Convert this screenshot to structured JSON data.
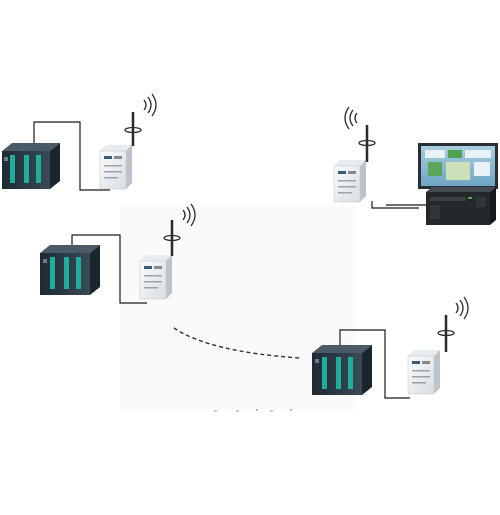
{
  "diagram": {
    "plc_units": [
      {
        "id": "plc-1"
      },
      {
        "id": "plc-2"
      },
      {
        "id": "plc-3"
      }
    ],
    "radio_modules": [
      {
        "id": "radio-1"
      },
      {
        "id": "radio-2"
      },
      {
        "id": "radio-3"
      },
      {
        "id": "radio-4"
      }
    ],
    "host_station": {
      "id": "industrial-pc-with-monitor"
    },
    "icons": {
      "plc": "plc-controller-icon",
      "radio": "wireless-radio-module-icon",
      "antenna": "antenna-icon",
      "signal": "wifi-signal-icon",
      "monitor": "monitor-icon",
      "server": "rack-server-icon"
    },
    "colors": {
      "plc_body": "#2c3e4c",
      "plc_accent": "#1fae9c",
      "radio_body": "#f0f2f4",
      "wire": "#1a1a1a",
      "wireless_link": "#3a2a4a",
      "monitor_screen": "#7bb3d0"
    }
  }
}
